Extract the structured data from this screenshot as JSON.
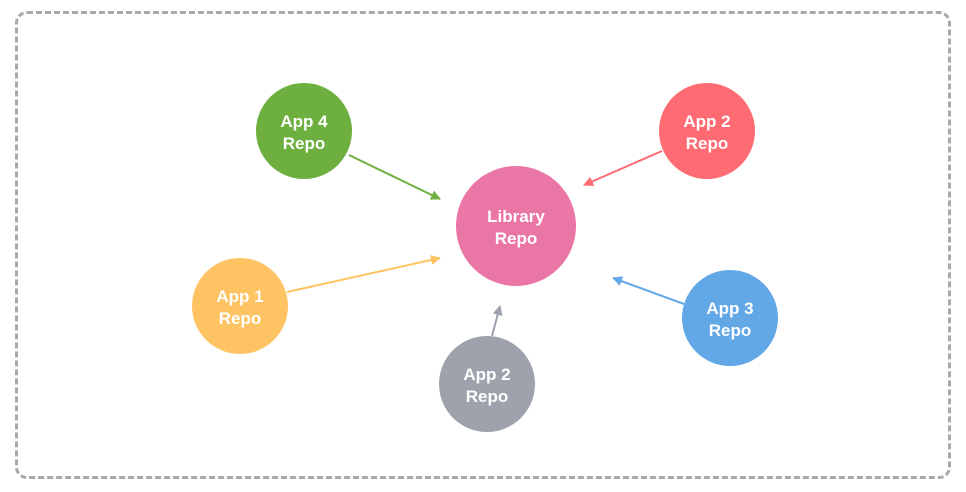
{
  "nodes": [
    {
      "id": "library",
      "line1": "Library",
      "line2": "Repo",
      "color": "#ea76a6"
    },
    {
      "id": "app4",
      "line1": "App 4",
      "line2": "Repo",
      "color": "#6eb03f"
    },
    {
      "id": "app2-top",
      "line1": "App 2",
      "line2": "Repo",
      "color": "#ff6b73"
    },
    {
      "id": "app1",
      "line1": "App 1",
      "line2": "Repo",
      "color": "#fec463"
    },
    {
      "id": "app3",
      "line1": "App 3",
      "line2": "Repo",
      "color": "#62a8e7"
    },
    {
      "id": "app2-bottom",
      "line1": "App 2",
      "line2": "Repo",
      "color": "#9ea2ad"
    }
  ],
  "edges": [
    {
      "from": "app4",
      "to": "library",
      "color": "#6eb03f"
    },
    {
      "from": "app2-top",
      "to": "library",
      "color": "#ff6b73"
    },
    {
      "from": "app1",
      "to": "library",
      "color": "#fec463"
    },
    {
      "from": "app3",
      "to": "library",
      "color": "#62a8e7"
    },
    {
      "from": "app2-bottom",
      "to": "library",
      "color": "#9ea2ad"
    }
  ],
  "frame_border_color": "#a7a9b0"
}
